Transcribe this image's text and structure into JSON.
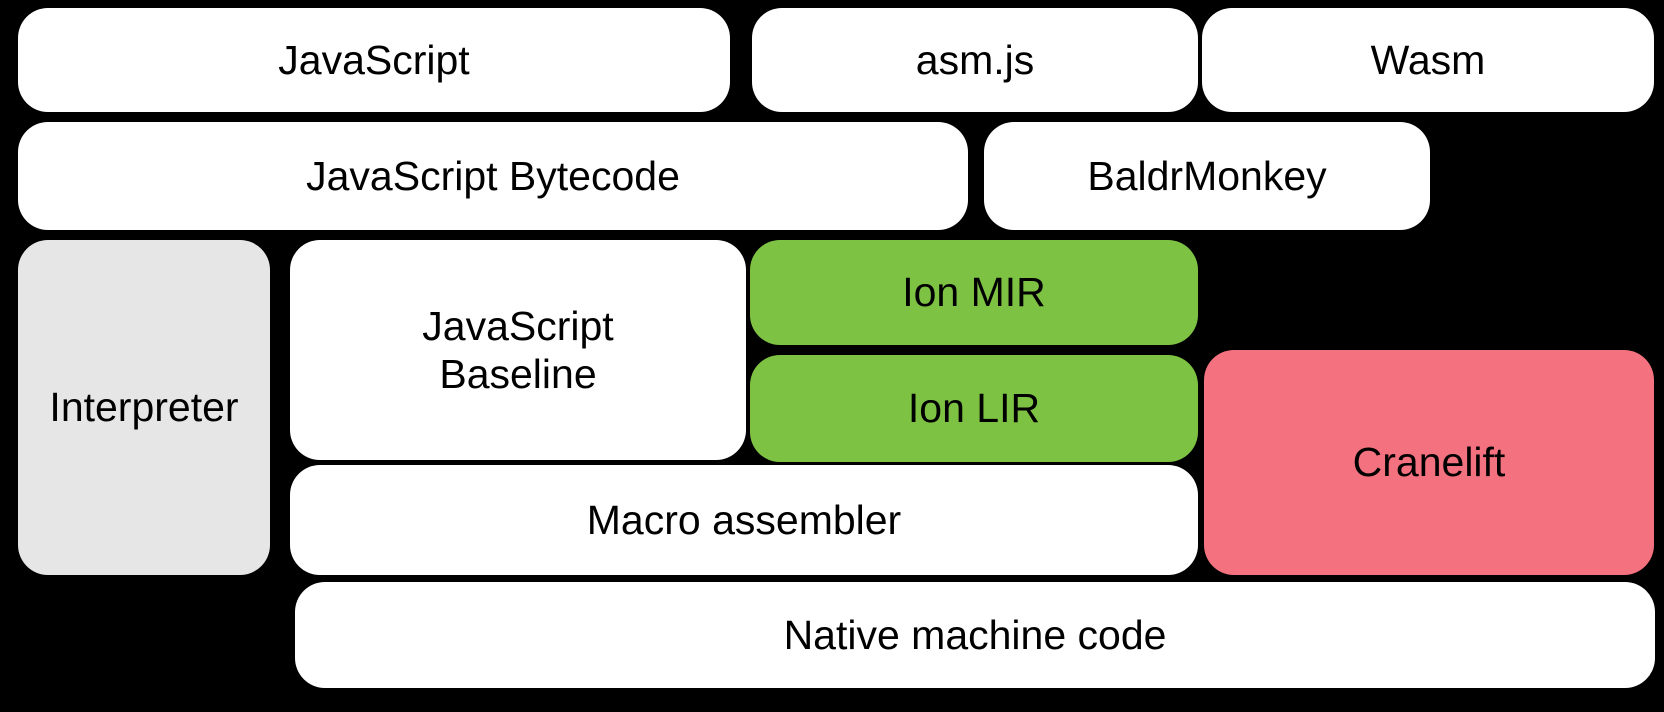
{
  "diagram": {
    "description": "Compiler pipeline block diagram",
    "blocks": {
      "javascript": {
        "label": "JavaScript"
      },
      "asmjs": {
        "label": "asm.js"
      },
      "wasm": {
        "label": "Wasm"
      },
      "bytecode": {
        "label": "JavaScript Bytecode"
      },
      "baldrmonkey": {
        "label": "BaldrMonkey"
      },
      "interpreter": {
        "label": "Interpreter"
      },
      "baseline": {
        "label": "JavaScript Baseline"
      },
      "ion_mir": {
        "label": "Ion MIR"
      },
      "ion_lir": {
        "label": "Ion LIR"
      },
      "cranelift": {
        "label": "Cranelift"
      },
      "macro_assembler": {
        "label": "Macro assembler"
      },
      "native": {
        "label": "Native machine code"
      }
    },
    "colors": {
      "background": "#000000",
      "block_default": "#ffffff",
      "block_interpreter": "#e6e6e6",
      "block_ion": "#7dc243",
      "block_cranelift": "#f4727f",
      "text": "#000000"
    }
  }
}
